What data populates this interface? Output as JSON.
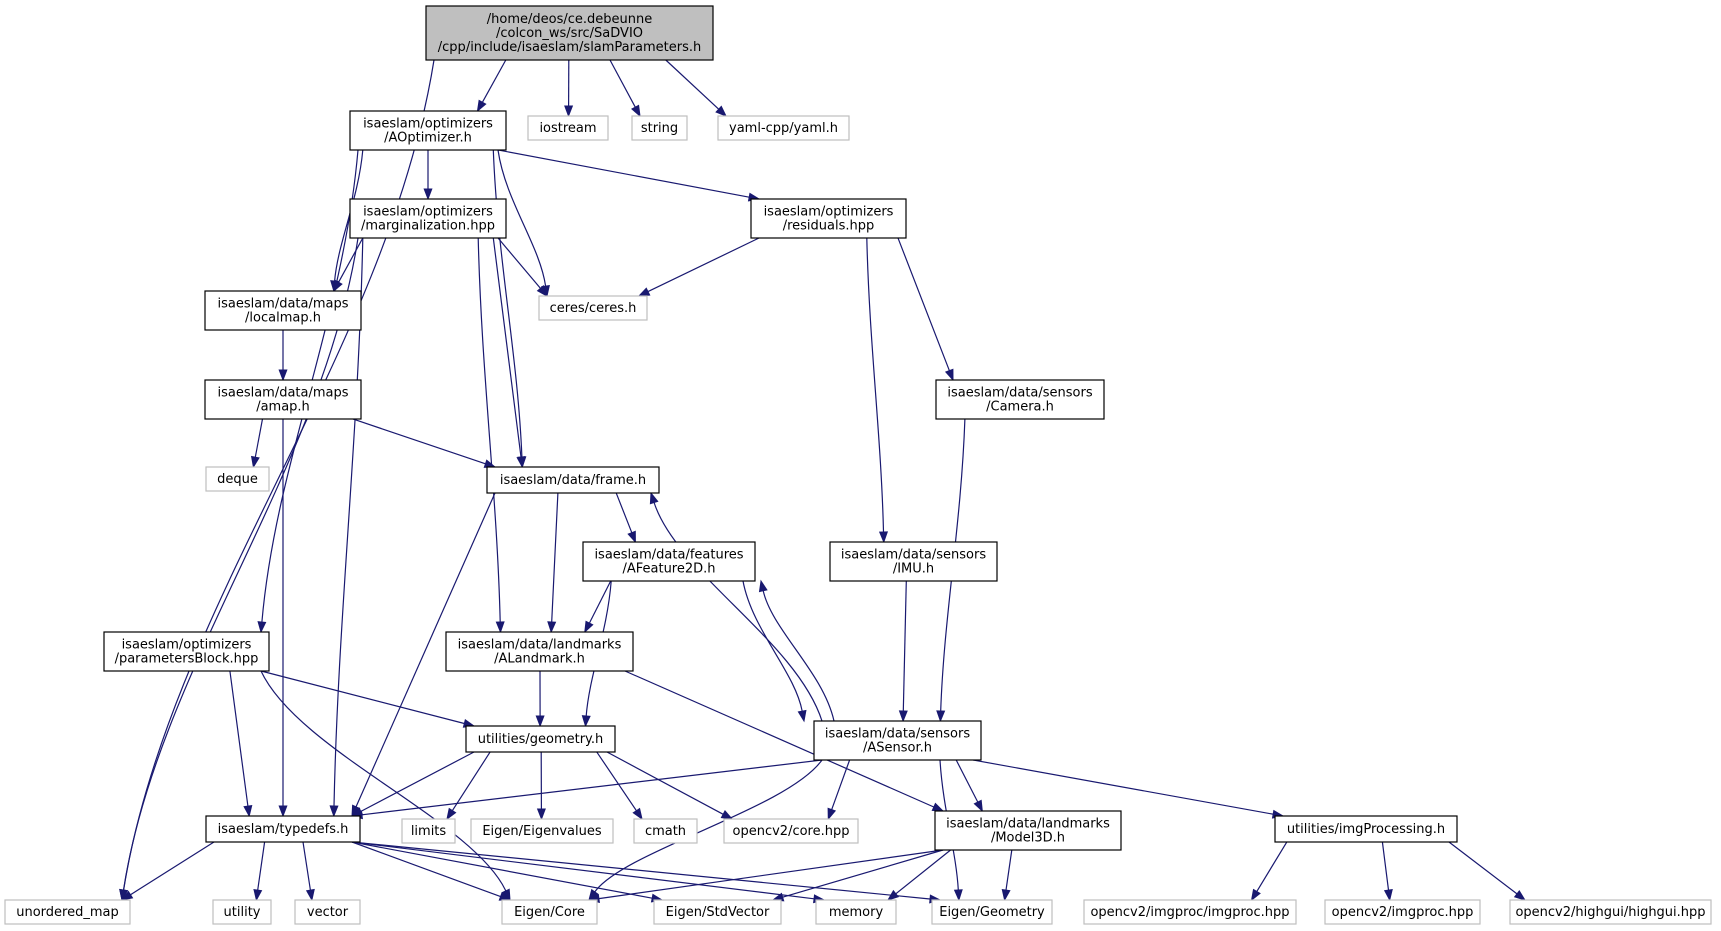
{
  "graph": {
    "nodes": [
      {
        "id": "slamParameters",
        "lines": [
          "/home/deos/ce.debeunne",
          "/colcon_ws/src/SaDVIO",
          "/cpp/include/isaeslam/slamParameters.h"
        ],
        "kind": "root"
      },
      {
        "id": "AOptimizer",
        "lines": [
          "isaeslam/optimizers",
          "/AOptimizer.h"
        ],
        "kind": "file"
      },
      {
        "id": "iostream",
        "lines": [
          "iostream"
        ],
        "kind": "external"
      },
      {
        "id": "string",
        "lines": [
          "string"
        ],
        "kind": "external"
      },
      {
        "id": "yaml",
        "lines": [
          "yaml-cpp/yaml.h"
        ],
        "kind": "external"
      },
      {
        "id": "marginalization",
        "lines": [
          "isaeslam/optimizers",
          "/marginalization.hpp"
        ],
        "kind": "file"
      },
      {
        "id": "residuals",
        "lines": [
          "isaeslam/optimizers",
          "/residuals.hpp"
        ],
        "kind": "file"
      },
      {
        "id": "localmap",
        "lines": [
          "isaeslam/data/maps",
          "/localmap.h"
        ],
        "kind": "file"
      },
      {
        "id": "ceres",
        "lines": [
          "ceres/ceres.h"
        ],
        "kind": "external"
      },
      {
        "id": "amap",
        "lines": [
          "isaeslam/data/maps",
          "/amap.h"
        ],
        "kind": "file"
      },
      {
        "id": "Camera",
        "lines": [
          "isaeslam/data/sensors",
          "/Camera.h"
        ],
        "kind": "file"
      },
      {
        "id": "deque",
        "lines": [
          "deque"
        ],
        "kind": "external"
      },
      {
        "id": "frame",
        "lines": [
          "isaeslam/data/frame.h"
        ],
        "kind": "file"
      },
      {
        "id": "AFeature2D",
        "lines": [
          "isaeslam/data/features",
          "/AFeature2D.h"
        ],
        "kind": "file"
      },
      {
        "id": "IMU",
        "lines": [
          "isaeslam/data/sensors",
          "/IMU.h"
        ],
        "kind": "file"
      },
      {
        "id": "parametersBlock",
        "lines": [
          "isaeslam/optimizers",
          "/parametersBlock.hpp"
        ],
        "kind": "file"
      },
      {
        "id": "ALandmark",
        "lines": [
          "isaeslam/data/landmarks",
          "/ALandmark.h"
        ],
        "kind": "file"
      },
      {
        "id": "geometry",
        "lines": [
          "utilities/geometry.h"
        ],
        "kind": "file"
      },
      {
        "id": "ASensor",
        "lines": [
          "isaeslam/data/sensors",
          "/ASensor.h"
        ],
        "kind": "file"
      },
      {
        "id": "typedefs",
        "lines": [
          "isaeslam/typedefs.h"
        ],
        "kind": "file"
      },
      {
        "id": "limits",
        "lines": [
          "limits"
        ],
        "kind": "external"
      },
      {
        "id": "Eigenvalues",
        "lines": [
          "Eigen/Eigenvalues"
        ],
        "kind": "external"
      },
      {
        "id": "cmath",
        "lines": [
          "cmath"
        ],
        "kind": "external"
      },
      {
        "id": "opencvcore",
        "lines": [
          "opencv2/core.hpp"
        ],
        "kind": "external"
      },
      {
        "id": "Model3D",
        "lines": [
          "isaeslam/data/landmarks",
          "/Model3D.h"
        ],
        "kind": "file"
      },
      {
        "id": "imgProcessing",
        "lines": [
          "utilities/imgProcessing.h"
        ],
        "kind": "file"
      },
      {
        "id": "unordered_map",
        "lines": [
          "unordered_map"
        ],
        "kind": "external"
      },
      {
        "id": "utility",
        "lines": [
          "utility"
        ],
        "kind": "external"
      },
      {
        "id": "vector",
        "lines": [
          "vector"
        ],
        "kind": "external"
      },
      {
        "id": "EigenCore",
        "lines": [
          "Eigen/Core"
        ],
        "kind": "external"
      },
      {
        "id": "StdVector",
        "lines": [
          "Eigen/StdVector"
        ],
        "kind": "external"
      },
      {
        "id": "memory",
        "lines": [
          "memory"
        ],
        "kind": "external"
      },
      {
        "id": "EigenGeometry",
        "lines": [
          "Eigen/Geometry"
        ],
        "kind": "external"
      },
      {
        "id": "imgproc_imgproc",
        "lines": [
          "opencv2/imgproc/imgproc.hpp"
        ],
        "kind": "external"
      },
      {
        "id": "imgproc",
        "lines": [
          "opencv2/imgproc.hpp"
        ],
        "kind": "external"
      },
      {
        "id": "highgui",
        "lines": [
          "opencv2/highgui/highgui.hpp"
        ],
        "kind": "external"
      }
    ],
    "edges": [
      [
        "slamParameters",
        "unordered_map"
      ],
      [
        "slamParameters",
        "AOptimizer"
      ],
      [
        "slamParameters",
        "iostream"
      ],
      [
        "slamParameters",
        "string"
      ],
      [
        "slamParameters",
        "yaml"
      ],
      [
        "AOptimizer",
        "marginalization"
      ],
      [
        "AOptimizer",
        "localmap"
      ],
      [
        "AOptimizer",
        "ceres"
      ],
      [
        "AOptimizer",
        "frame"
      ],
      [
        "AOptimizer",
        "residuals"
      ],
      [
        "AOptimizer",
        "parametersBlock"
      ],
      [
        "marginalization",
        "unordered_map"
      ],
      [
        "marginalization",
        "localmap"
      ],
      [
        "marginalization",
        "ceres"
      ],
      [
        "marginalization",
        "typedefs"
      ],
      [
        "marginalization",
        "ALandmark"
      ],
      [
        "marginalization",
        "frame"
      ],
      [
        "residuals",
        "ceres"
      ],
      [
        "residuals",
        "Camera"
      ],
      [
        "residuals",
        "IMU"
      ],
      [
        "localmap",
        "amap"
      ],
      [
        "amap",
        "deque"
      ],
      [
        "amap",
        "frame"
      ],
      [
        "amap",
        "typedefs"
      ],
      [
        "frame",
        "AFeature2D"
      ],
      [
        "frame",
        "ALandmark"
      ],
      [
        "frame",
        "typedefs"
      ],
      [
        "AFeature2D",
        "ALandmark"
      ],
      [
        "AFeature2D",
        "geometry"
      ],
      [
        "AFeature2D",
        "ASensor"
      ],
      [
        "ASensor",
        "AFeature2D"
      ],
      [
        "ASensor",
        "frame"
      ],
      [
        "Camera",
        "ASensor"
      ],
      [
        "IMU",
        "ASensor"
      ],
      [
        "parametersBlock",
        "geometry"
      ],
      [
        "parametersBlock",
        "typedefs"
      ],
      [
        "parametersBlock",
        "EigenCore"
      ],
      [
        "ALandmark",
        "geometry"
      ],
      [
        "ALandmark",
        "Model3D"
      ],
      [
        "geometry",
        "typedefs"
      ],
      [
        "geometry",
        "limits"
      ],
      [
        "geometry",
        "Eigenvalues"
      ],
      [
        "geometry",
        "cmath"
      ],
      [
        "geometry",
        "opencvcore"
      ],
      [
        "ASensor",
        "typedefs"
      ],
      [
        "ASensor",
        "opencvcore"
      ],
      [
        "ASensor",
        "Model3D"
      ],
      [
        "ASensor",
        "imgProcessing"
      ],
      [
        "ASensor",
        "EigenCore"
      ],
      [
        "ASensor",
        "EigenGeometry"
      ],
      [
        "typedefs",
        "unordered_map"
      ],
      [
        "typedefs",
        "utility"
      ],
      [
        "typedefs",
        "vector"
      ],
      [
        "typedefs",
        "EigenCore"
      ],
      [
        "typedefs",
        "StdVector"
      ],
      [
        "typedefs",
        "memory"
      ],
      [
        "typedefs",
        "EigenGeometry"
      ],
      [
        "Model3D",
        "EigenCore"
      ],
      [
        "Model3D",
        "StdVector"
      ],
      [
        "Model3D",
        "memory"
      ],
      [
        "Model3D",
        "EigenGeometry"
      ],
      [
        "imgProcessing",
        "imgproc_imgproc"
      ],
      [
        "imgProcessing",
        "imgproc"
      ],
      [
        "imgProcessing",
        "highgui"
      ]
    ]
  }
}
